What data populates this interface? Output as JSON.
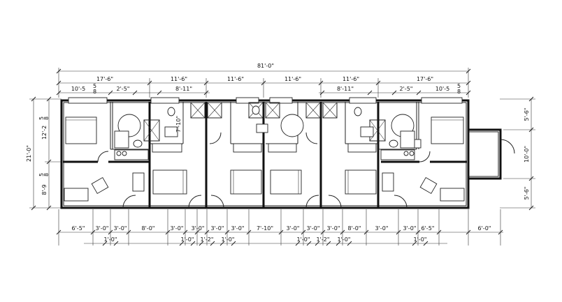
{
  "title": "",
  "dimensions": {
    "overall_width": "81'-0\"",
    "top_row": [
      "17'-6\"",
      "11'-6\"",
      "11'-6\"",
      "11'-6\"",
      "11'-6\"",
      "17'-6\""
    ],
    "second_row_left": [
      "10'-5",
      "2'-5\"",
      "8'-11\""
    ],
    "second_row_right": [
      "8'-11\"",
      "2'-5\"",
      "10'-5"
    ],
    "fraction_num": "5",
    "fraction_den": "8",
    "left_overall": "21'-0\"",
    "left_upper": "12'-2",
    "left_lower": "8'-9",
    "interior_vertical": "7'-10\"",
    "right_side": [
      "5'-6\"",
      "10'-0\"",
      "5'-6\""
    ],
    "bottom_row": [
      "6'-5\"",
      "3'-0\"",
      "3'-0\"",
      "8'-0\"",
      "3'-0\"",
      "3'-0\"",
      "3'-0\"",
      "3'-0\"",
      "7'-10\"",
      "3'-0\"",
      "3'-0\"",
      "3'-0\"",
      "8'-0\"",
      "3'-0\"",
      "3'-0\"",
      "6'-5\"",
      "6'-0\""
    ],
    "bottom_sub": [
      "1'-0\"",
      "1'-0\"",
      "1'-2\"",
      "1'-0\"",
      "1'-0\"",
      "1'-2\"",
      "1'-0\"",
      "1'-0\""
    ]
  }
}
